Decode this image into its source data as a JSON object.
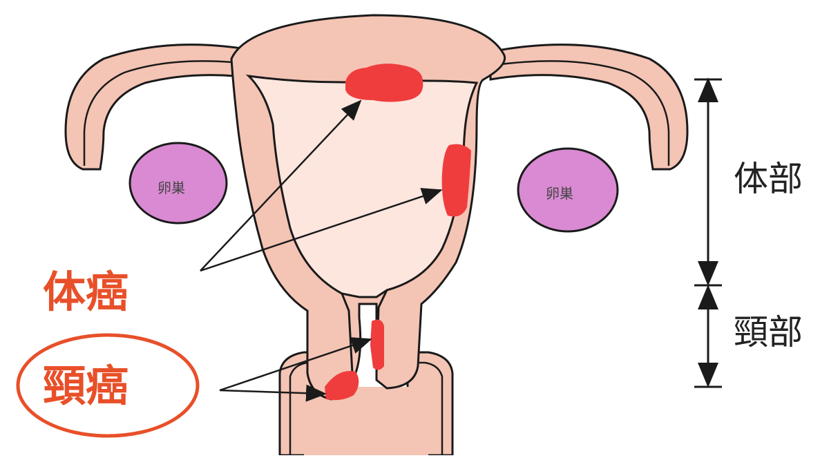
{
  "labels": {
    "ovary_left": "卵巣",
    "ovary_right": "卵巣",
    "body_region": "体部",
    "cervix_region": "頸部",
    "body_cancer": "体癌",
    "cervical_cancer": "頸癌"
  },
  "colors": {
    "tissue_fill": "#f4c4b4",
    "tissue_inner": "#fce6de",
    "ovary_fill": "#d98ad2",
    "tumor": "#ef3d3d",
    "label_accent": "#e8502a",
    "outline": "#1a1a1a",
    "highlight_ring": "#e8502a"
  }
}
